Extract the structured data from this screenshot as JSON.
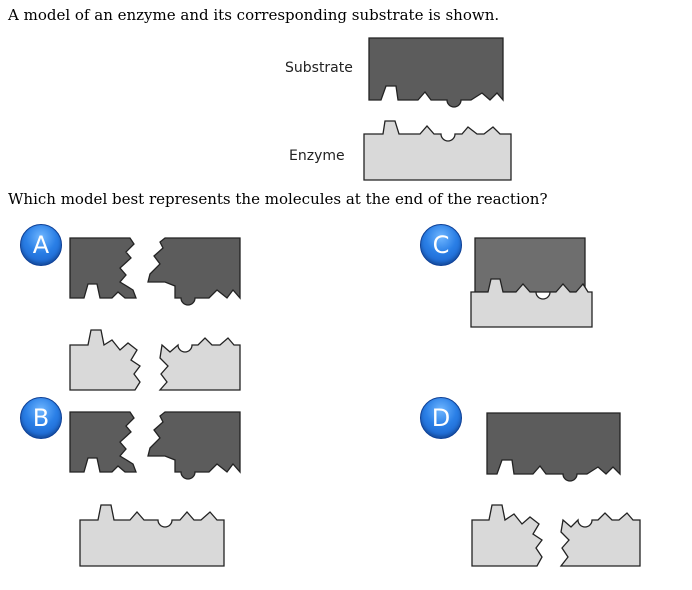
{
  "question": {
    "intro": "A model of an enzyme and its corresponding substrate is shown.",
    "prompt": "Which model best represents the molecules at the end of the reaction?"
  },
  "model_labels": {
    "substrate": "Substrate",
    "enzyme": "Enzyme"
  },
  "options": [
    {
      "letter": "A"
    },
    {
      "letter": "B"
    },
    {
      "letter": "C"
    },
    {
      "letter": "D"
    }
  ]
}
